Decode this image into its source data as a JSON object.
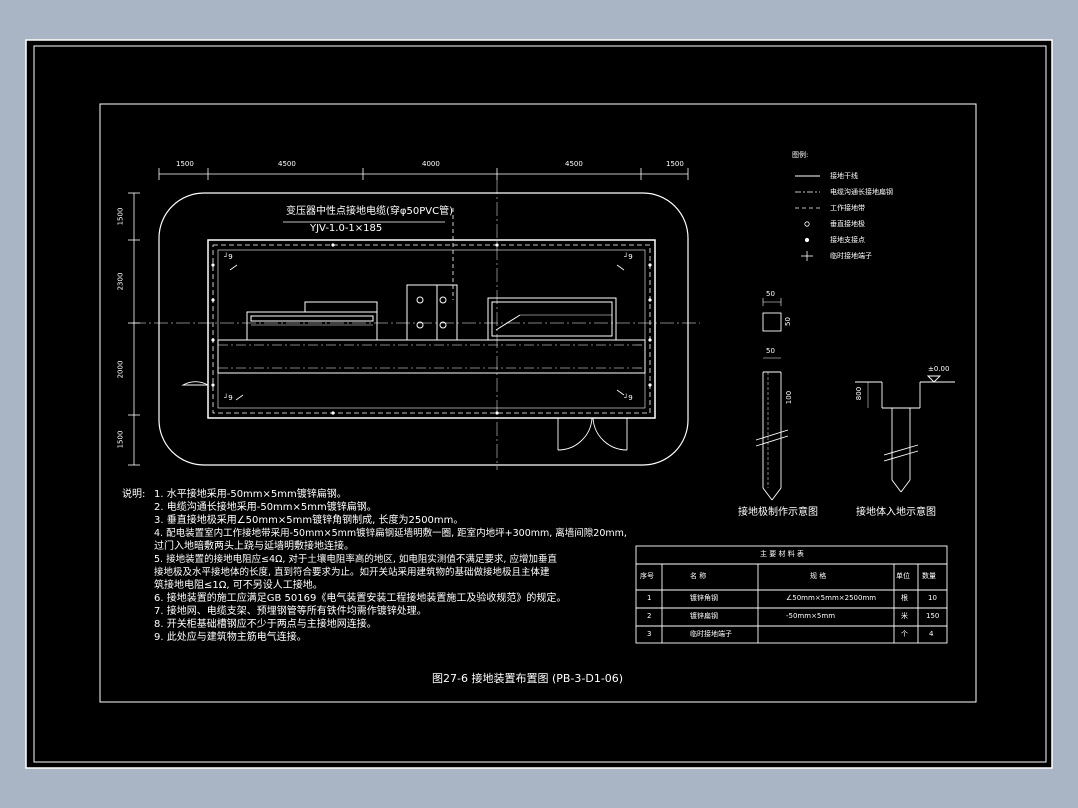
{
  "drawing": {
    "top_dims": [
      "1500",
      "4500",
      "4000",
      "4500",
      "1500"
    ],
    "left_dims": [
      "1500",
      "2300",
      "2000",
      "1500"
    ],
    "cable_label_1": "变压器中性点接地电缆(穿φ50PVC管)",
    "cable_label_2": "YJV-1.0-1×185",
    "tags": [
      "9",
      "9",
      "9",
      "9"
    ]
  },
  "legend": {
    "title": "图例:",
    "items": [
      {
        "symbol": "solid-line",
        "label": "接地干线"
      },
      {
        "symbol": "dash-dot-line",
        "label": "电缆沟通长接地扁钢"
      },
      {
        "symbol": "dashed-line",
        "label": "工作接地带"
      },
      {
        "symbol": "circle",
        "label": "垂直接地极"
      },
      {
        "symbol": "dot",
        "label": "接地支接点"
      },
      {
        "symbol": "terminal",
        "label": "临时接地端子"
      }
    ]
  },
  "details": {
    "dim_50a": "50",
    "dim_50b": "50",
    "dim_50c": "50",
    "dim_100": "100",
    "dim_800": "800",
    "elevation": "±0.00",
    "caption_left": "接地极制作示意图",
    "caption_right": "接地体入地示意图"
  },
  "notes": {
    "prefix": "说明:",
    "lines": [
      "1. 水平接地采用-50mm×5mm镀锌扁钢。",
      "2. 电缆沟通长接地采用-50mm×5mm镀锌扁钢。",
      "3. 垂直接地极采用∠50mm×5mm镀锌角钢制成, 长度为2500mm。",
      "4. 配电装置室内工作接地带采用-50mm×5mm镀锌扁钢延墙明敷一圈, 距室内地坪+300mm, 离墙间隙20mm,",
      "   过门入地暗敷两头上跷与延墙明敷接地连接。",
      "5. 接地装置的接地电阻应≤4Ω, 对于土壤电阻率高的地区, 如电阻实测值不满足要求, 应增加垂直",
      "   接地极及水平接地体的长度, 直到符合要求为止。如开关站采用建筑物的基础做接地极且主体建",
      "   筑接地电阻≤1Ω, 可不另设人工接地。",
      "6. 接地装置的施工应满足GB 50169《电气装置安装工程接地装置施工及验收规范》的规定。",
      "7. 接地网、电缆支架、预埋钢管等所有铁件均需作镀锌处理。",
      "8. 开关柜基础槽钢应不少于两点与主接地网连接。",
      "9. 此处应与建筑物主筋电气连接。"
    ]
  },
  "table": {
    "title": "主 要 材 料 表",
    "headers": [
      "序号",
      "名    称",
      "规    格",
      "单位",
      "数量"
    ],
    "rows": [
      [
        "1",
        "镀锌角钢",
        "∠50mm×5mm×2500mm",
        "根",
        "10"
      ],
      [
        "2",
        "镀锌扁钢",
        "-50mm×5mm",
        "米",
        "150"
      ],
      [
        "3",
        "临时接地端子",
        "",
        "个",
        "4"
      ]
    ]
  },
  "title_caption": "图27-6  接地装置布置图 (PB-3-D1-06)",
  "colors": {
    "background": "#a9b4c4",
    "sheet": "#000000",
    "lines": "#ffffff"
  }
}
